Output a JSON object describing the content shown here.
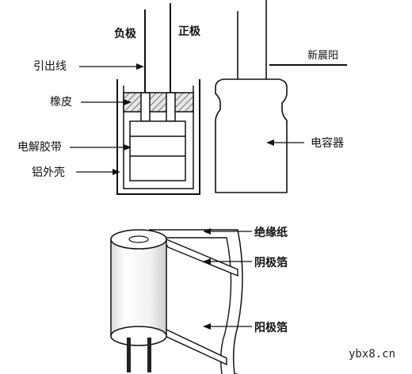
{
  "labels": {
    "negative": "负极",
    "positive": "正极",
    "lead_wire": "引出线",
    "rubber": "橡皮",
    "electrolyte_tape": "电解胶带",
    "aluminum_case": "铝外壳",
    "brand": "新晨阳",
    "capacitor": "电容器",
    "insulating_paper": "绝缘纸",
    "cathode_foil": "阴极箔",
    "anode_foil": "阳极箔"
  },
  "watermark": "ybx8.cn"
}
